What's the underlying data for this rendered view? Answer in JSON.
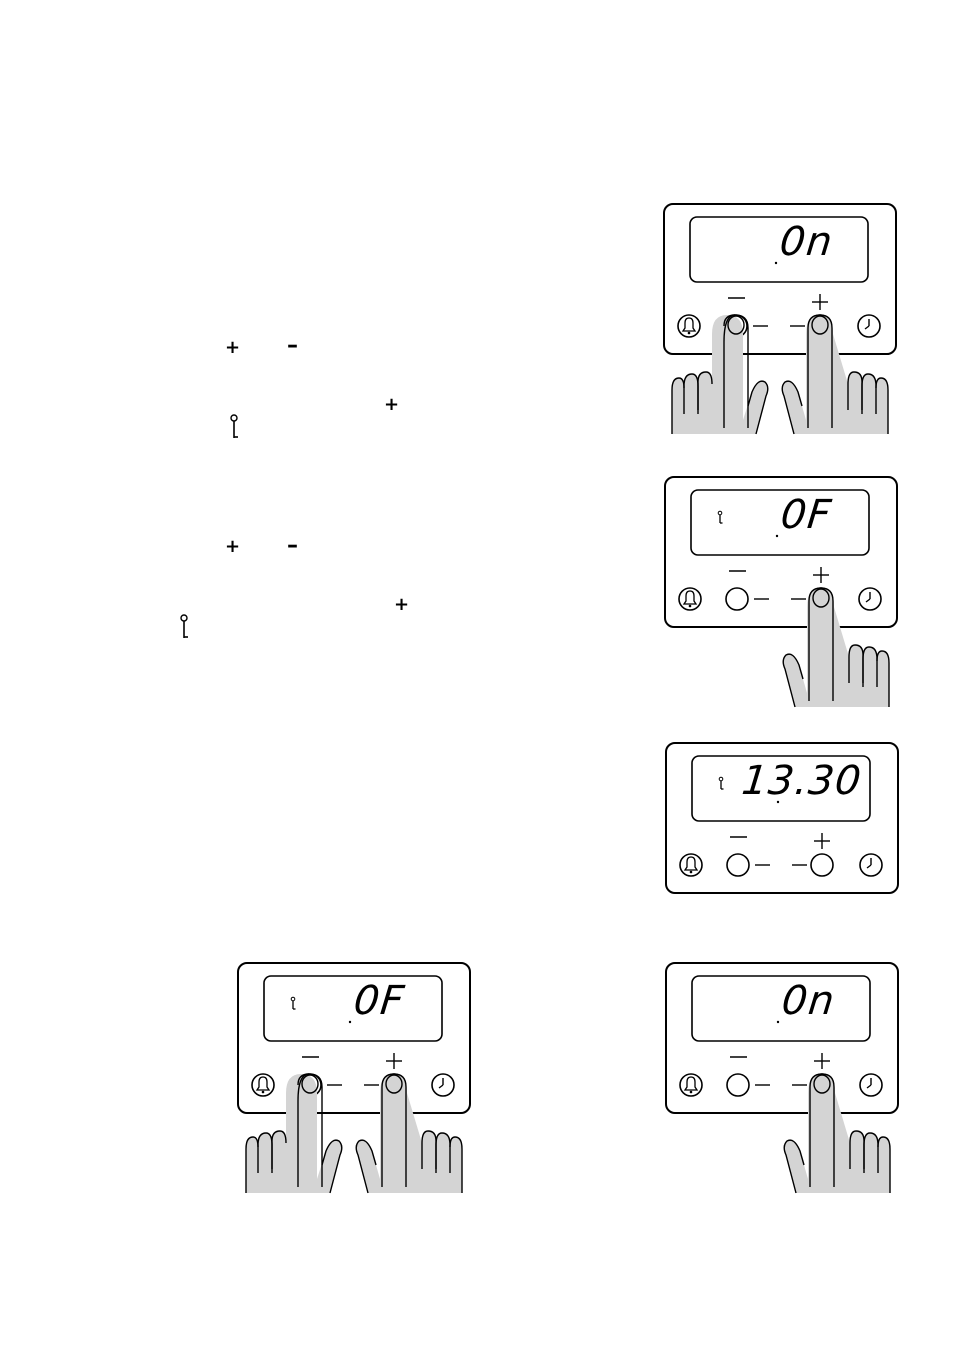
{
  "instructions": {
    "step1": {
      "sym_plus": "+",
      "sym_minus": "–",
      "sym_plus2": "+",
      "key_icon": "key-icon"
    },
    "step2": {
      "sym_plus": "+",
      "sym_minus": "–",
      "sym_plus2": "+",
      "key_icon": "key-icon"
    }
  },
  "panels": [
    {
      "id": "p1",
      "display": "0n",
      "show_key": false,
      "minus_label": "–",
      "plus_label": "+",
      "left_icon": "bell-icon",
      "right_icon": "clock-icon",
      "pressed": "both"
    },
    {
      "id": "p2",
      "display": "0F",
      "show_key": true,
      "minus_label": "–",
      "plus_label": "+",
      "left_icon": "bell-icon",
      "right_icon": "clock-icon",
      "pressed": "plus"
    },
    {
      "id": "p3",
      "display": "13.30",
      "show_key": true,
      "minus_label": "–",
      "plus_label": "+",
      "left_icon": "bell-icon",
      "right_icon": "clock-icon",
      "pressed": "none"
    },
    {
      "id": "p4",
      "display": "0F",
      "show_key": true,
      "minus_label": "–",
      "plus_label": "+",
      "left_icon": "bell-icon",
      "right_icon": "clock-icon",
      "pressed": "both"
    },
    {
      "id": "p5",
      "display": "0n",
      "show_key": false,
      "minus_label": "–",
      "plus_label": "+",
      "left_icon": "bell-icon",
      "right_icon": "clock-icon",
      "pressed": "plus"
    }
  ]
}
